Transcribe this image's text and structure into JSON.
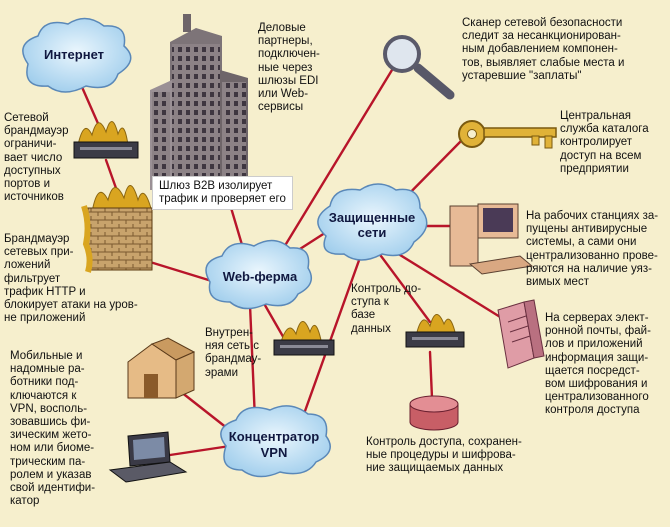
{
  "colors": {
    "background": "#f6efcd",
    "link": "#b8152a",
    "cloud": "#b9dcf2",
    "cloud_edge": "#5a88b8",
    "firewall_flame": "#d9a520",
    "building": "#8c8286",
    "house": "#e6bb86",
    "key": "#e0b238",
    "server": "#df9ca6",
    "database": "#cf6a72"
  },
  "clouds": {
    "internet": "Интернет",
    "web_farm": "Web-ферма",
    "secure_networks_line1": "Защищенные",
    "secure_networks_line2": "сети",
    "vpn_line1": "Концентратор",
    "vpn_line2": "VPN"
  },
  "callouts": {
    "b2b_gateway": "Шлюз B2B изолирует\nтрафик и проверяет его"
  },
  "texts": {
    "network_firewall": "Сетевой\nбрандмауэр\nограничи-\nвает число\nдоступных\nпортов и\nисточников",
    "app_firewall": "Брандмауэр\nсетевых при-\nложений\nфильтрует\nтрафик HTTP и\nблокирует атаки на уров-\nне приложений",
    "mobile_workers": "Мобильные и\nнадомные ра-\nботники под-\nключаются к\nVPN, восполь-\nзовавшись фи-\nзическим жето-\nном или биоме-\nтрическим па-\nролем и указав\nсвой идентифи-\nкатор",
    "business_partners": "Деловые\nпартнеры,\nподключен-\nные через\nшлюзы EDI\nили Web-\nсервисы",
    "security_scanner": "Сканер сетевой безопасности\nследит за несанкционирован-\nным добавлением компонен-\nтов, выявляет слабые места и\nустаревшие \"заплаты\"",
    "directory_service": "Центральная\nслужба каталога\nконтролирует\nдоступ на всем\nпредприятии",
    "workstations": "На рабочих станциях за-\nпущены антивирусные\nсистемы, а сами они\nцентрализованно прове-\nряются на наличие уяз-\nвимых мест",
    "servers": "На серверах элект-\nронной почты, фай-\nлов и приложений\nинформация защи-\nщается посредст-\nвом шифрования и\nцентрализованного\nконтроля доступа",
    "db_access": "Контроль до-\nступа к\nбазе\nданных",
    "internal_network": "Внутрен-\nняя сеть с\nбрандмау-\nэрами",
    "stored_procedures": "Контроль доступа, сохранен-\nные процедуры и шифрова-\nние защищаемых данных"
  }
}
